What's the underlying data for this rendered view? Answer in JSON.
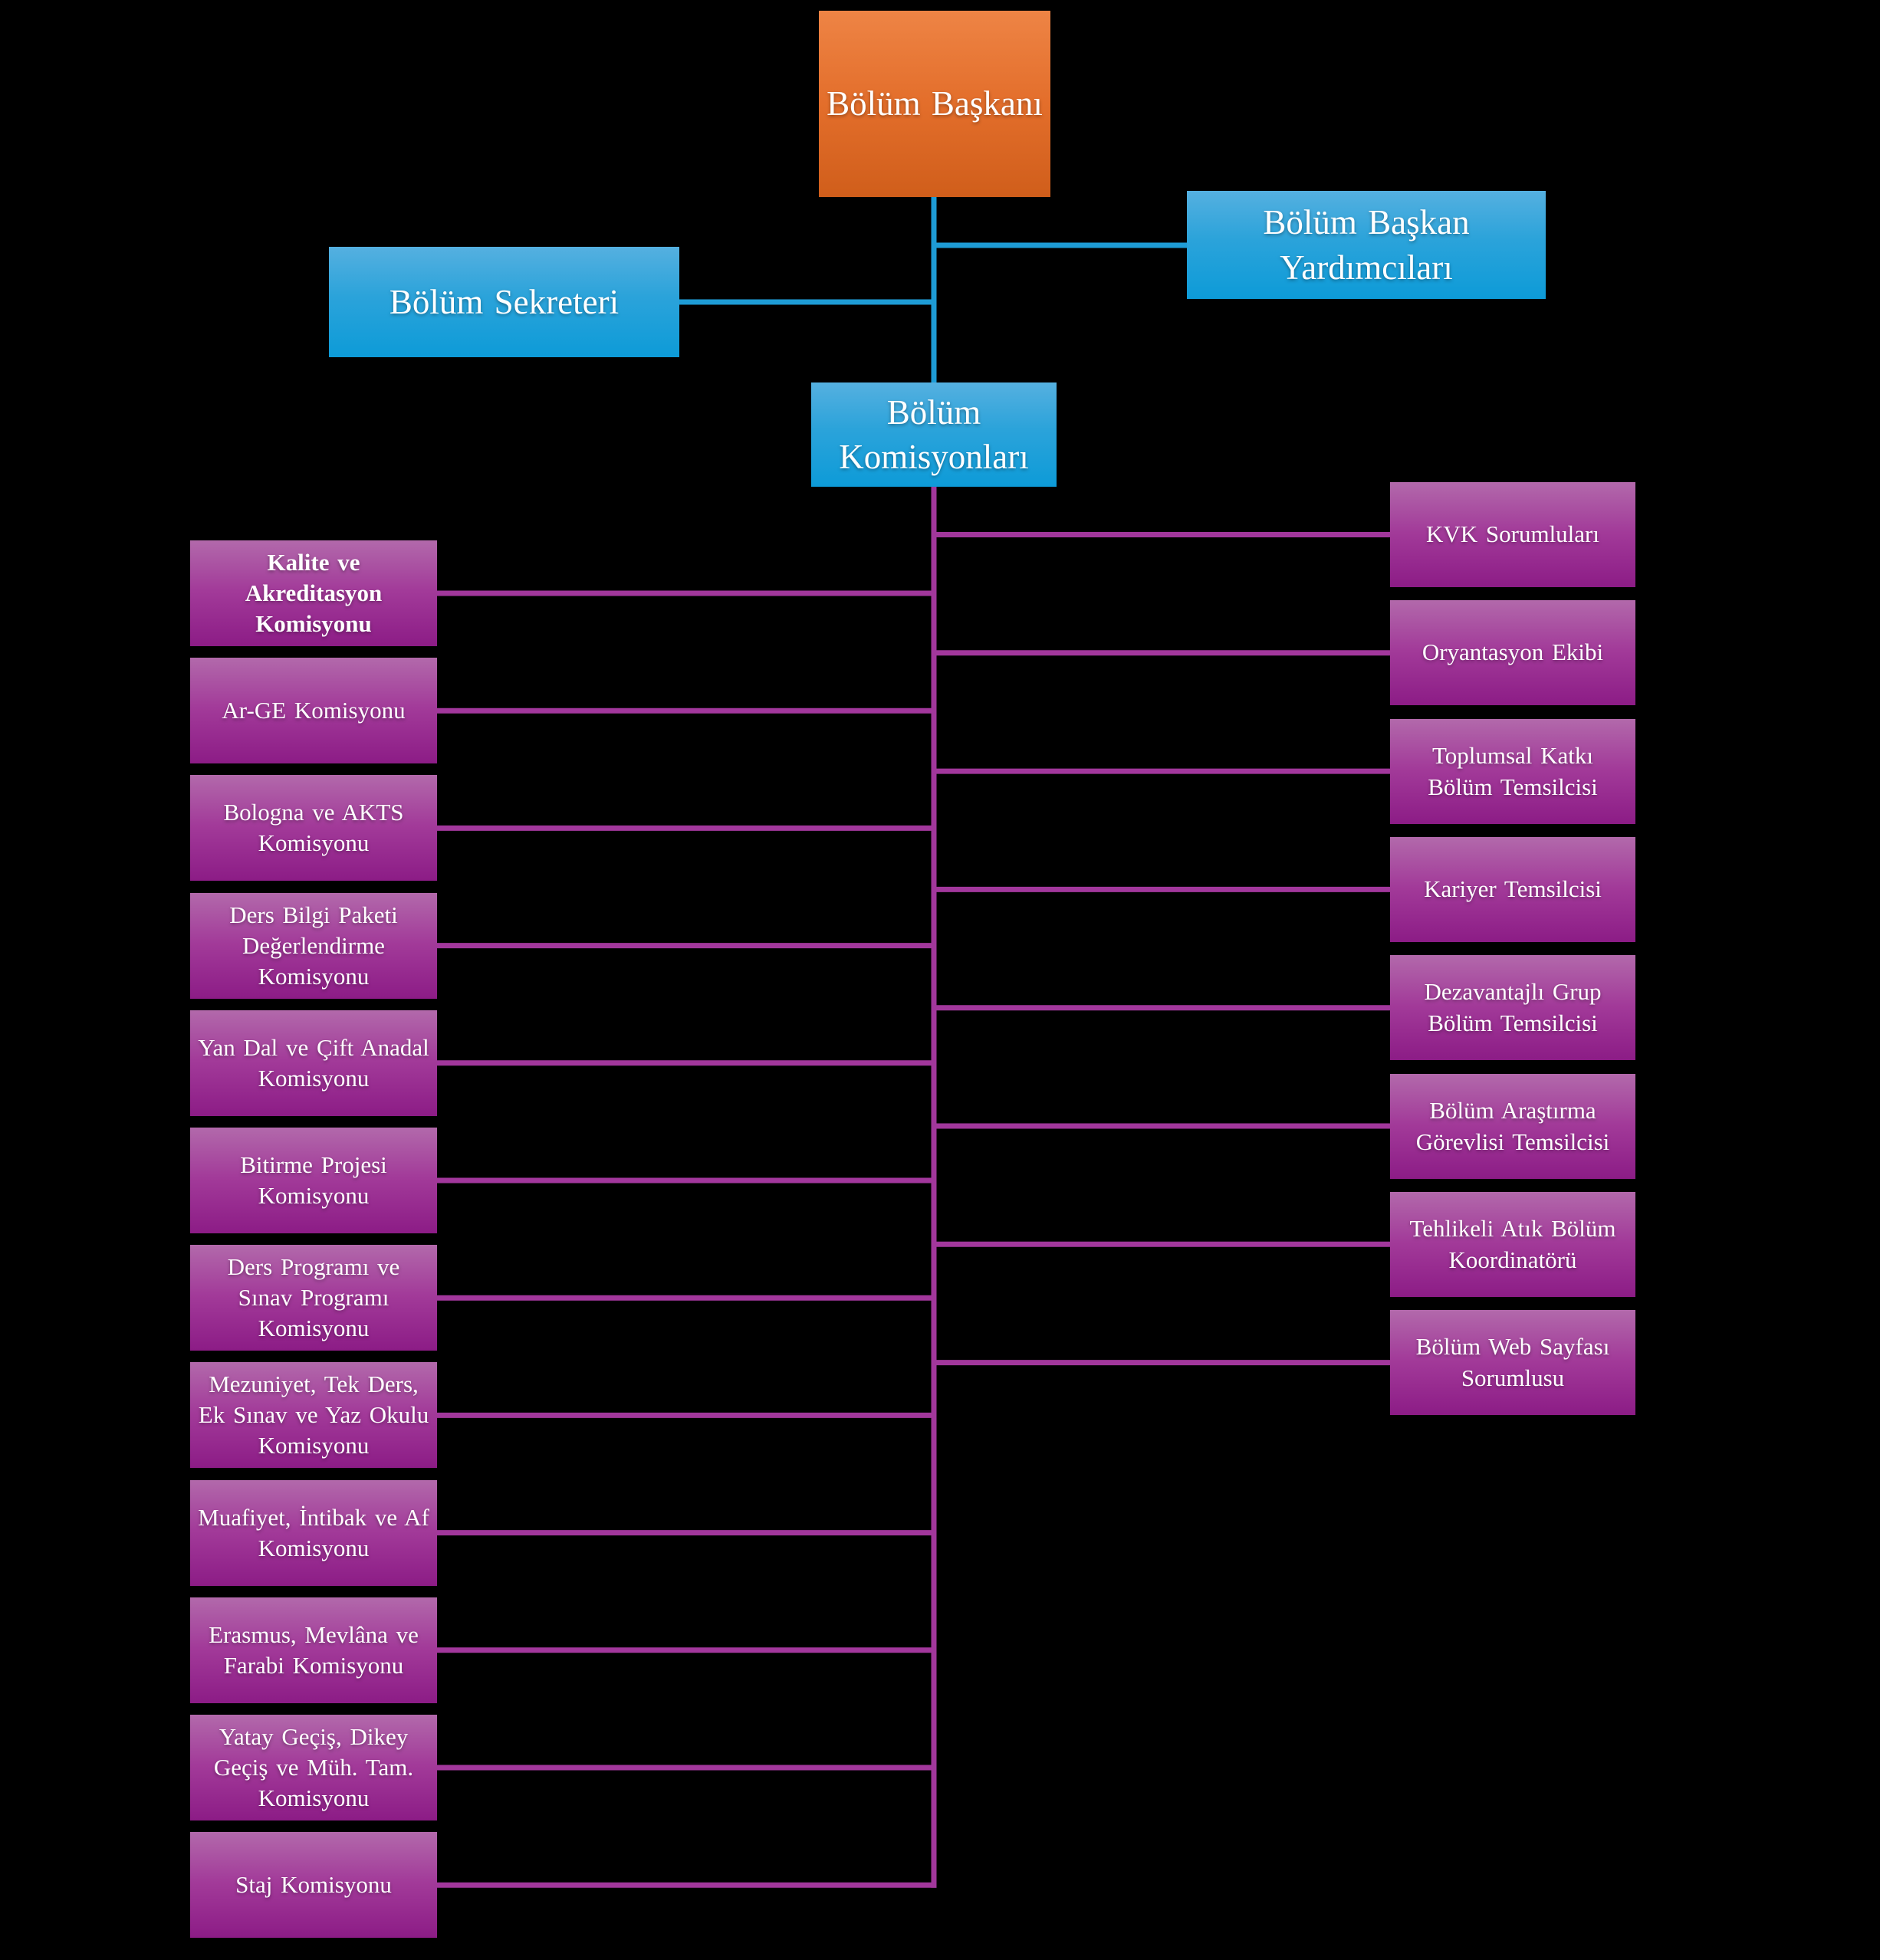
{
  "org": {
    "root": {
      "label": "Bölüm Başkanı"
    },
    "deputies": {
      "label": "Bölüm Başkan Yardımcıları"
    },
    "secretary": {
      "label": "Bölüm Sekreteri"
    },
    "hub": {
      "label": "Bölüm Komisyonları"
    },
    "left_commissions": [
      {
        "label": "Kalite ve Akreditasyon Komisyonu",
        "emphasis": true
      },
      {
        "label": "Ar-GE Komisyonu"
      },
      {
        "label": "Bologna ve AKTS Komisyonu"
      },
      {
        "label": "Ders Bilgi Paketi Değerlendirme Komisyonu"
      },
      {
        "label": "Yan Dal ve Çift Anadal Komisyonu"
      },
      {
        "label": "Bitirme Projesi Komisyonu"
      },
      {
        "label": "Ders Programı ve Sınav Programı Komisyonu"
      },
      {
        "label": "Mezuniyet, Tek Ders, Ek Sınav ve Yaz Okulu Komisyonu"
      },
      {
        "label": "Muafiyet, İntibak ve Af Komisyonu"
      },
      {
        "label": "Erasmus, Mevlâna ve Farabi Komisyonu"
      },
      {
        "label": "Yatay Geçiş, Dikey Geçiş ve Müh. Tam. Komisyonu"
      },
      {
        "label": "Staj Komisyonu"
      }
    ],
    "right_roles": [
      {
        "label": "KVK Sorumluları"
      },
      {
        "label": "Oryantasyon Ekibi"
      },
      {
        "label": "Toplumsal Katkı Bölüm Temsilcisi"
      },
      {
        "label": "Kariyer Temsilcisi"
      },
      {
        "label": "Dezavantajlı Grup Bölüm Temsilcisi"
      },
      {
        "label": "Bölüm Araştırma Görevlisi Temsilcisi"
      },
      {
        "label": "Tehlikeli Atık Bölüm Koordinatörü"
      },
      {
        "label": "Bölüm Web Sayfası Sorumlusu"
      }
    ]
  },
  "colors": {
    "background": "#000000",
    "root_box_orange": "#E36E2B",
    "blue_box": "#189CD8",
    "magenta_box": "#99248F",
    "blue_line": "#1E9CD6",
    "magenta_line": "#A2379C",
    "text": "#FFFFFF"
  }
}
